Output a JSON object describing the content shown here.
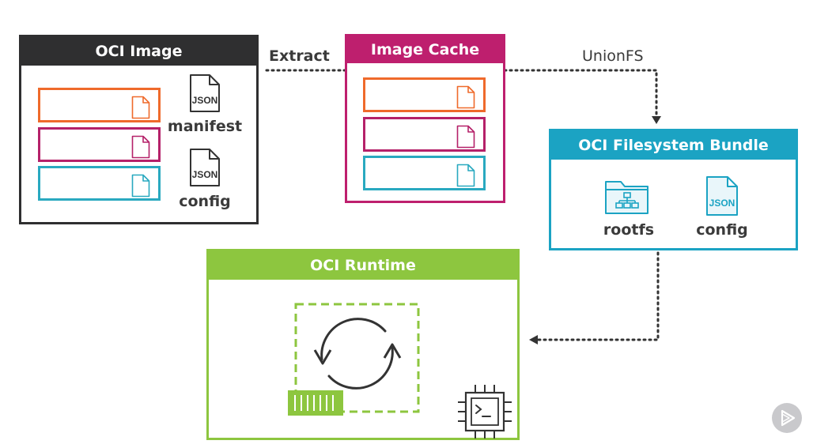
{
  "colors": {
    "oci_image": "#2f2f30",
    "image_cache": "#be1f6e",
    "bundle": "#1ba3c3",
    "runtime": "#8dc63f",
    "layer_orange": "#ef6a2b",
    "layer_magenta": "#b52169",
    "layer_teal": "#29a9c0"
  },
  "oci_image": {
    "title": "OCI Image",
    "manifest_label": "manifest",
    "config_label": "config",
    "json_badge": "JSON"
  },
  "image_cache": {
    "title": "Image Cache"
  },
  "bundle": {
    "title": "OCI Filesystem Bundle",
    "rootfs_label": "rootfs",
    "config_label": "config",
    "json_badge": "JSON"
  },
  "runtime": {
    "title": "OCI Runtime"
  },
  "arrows": {
    "extract_label": "Extract",
    "unionfs_label": "UnionFS"
  },
  "icons": [
    "file-icon",
    "json-file-icon",
    "folder-tree-icon",
    "sync-icon",
    "container-icon",
    "cpu-terminal-icon",
    "play-icon"
  ]
}
